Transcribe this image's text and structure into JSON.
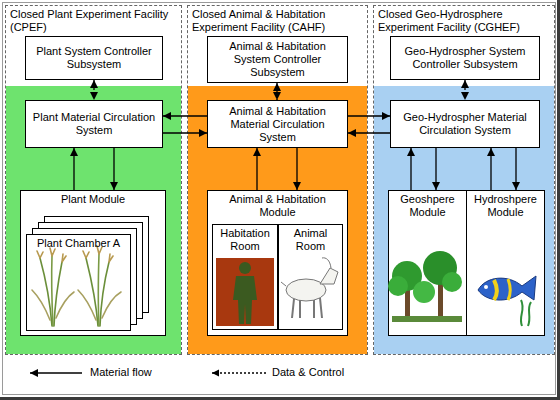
{
  "diagram": {
    "nodes": [
      {
        "text": [
          "Closed Plant Experiment Facility (CPEF)"
        ]
      },
      {
        "text": [
          "Plant System Controller Subsystem"
        ],
        "in": 0
      },
      {
        "text": [
          "Plant Material Circulation System"
        ],
        "in": 0
      },
      {
        "text": [
          "Plant Module"
        ],
        "in": 0
      },
      {
        "text": [
          "Plant Chamber A"
        ],
        "in": 3
      },
      {
        "text": [
          "Closed Animal & Habitation Experiment Facility (CAHF)"
        ]
      },
      {
        "text": [
          "Animal & Habitation System Controller Subsystem"
        ],
        "in": 5
      },
      {
        "text": [
          "Animal & Habitation Material Circulation System"
        ],
        "in": 5
      },
      {
        "text": [
          "Animal & Habitation Module"
        ],
        "in": 5
      },
      {
        "text": [
          "Habitation Room"
        ],
        "in": 8
      },
      {
        "text": [
          "Animal Room"
        ],
        "in": 8
      },
      {
        "text": [
          "Closed Geo-Hydrosphere Experiment Facility (CGHEF)"
        ]
      },
      {
        "text": [
          "Geo-Hydrospher System Controller Subsystem"
        ],
        "in": 11
      },
      {
        "text": [
          "Geo-Hydrospher Material Circulation System"
        ],
        "in": 11
      },
      {
        "text": [
          "Geoshpere Module"
        ],
        "in": 11
      },
      {
        "text": [
          "Hydroshpere Module"
        ],
        "in": 11
      }
    ],
    "edges": [
      {
        "from": 1,
        "to": 2,
        "arrow": "both"
      },
      {
        "from": 3,
        "to": 2,
        "arrow": "to"
      },
      {
        "from": 2,
        "to": 3,
        "arrow": "to"
      },
      {
        "from": 7,
        "to": 2,
        "arrow": "to"
      },
      {
        "from": 2,
        "to": 7,
        "arrow": "to"
      },
      {
        "from": 6,
        "to": 7,
        "arrow": "both"
      },
      {
        "from": 8,
        "to": 7,
        "arrow": "to"
      },
      {
        "from": 7,
        "to": 8,
        "arrow": "to"
      },
      {
        "from": 7,
        "to": 13,
        "arrow": "to"
      },
      {
        "from": 13,
        "to": 7,
        "arrow": "to"
      },
      {
        "from": 12,
        "to": 13,
        "arrow": "both"
      },
      {
        "from": 14,
        "to": 13,
        "arrow": "to"
      },
      {
        "from": 13,
        "to": 14,
        "arrow": "to"
      },
      {
        "from": 15,
        "to": 13,
        "arrow": "to"
      },
      {
        "from": 13,
        "to": 15,
        "arrow": "to"
      }
    ],
    "legend": [
      {
        "text": "Material flow"
      },
      {
        "text": "Data & Control"
      }
    ]
  }
}
